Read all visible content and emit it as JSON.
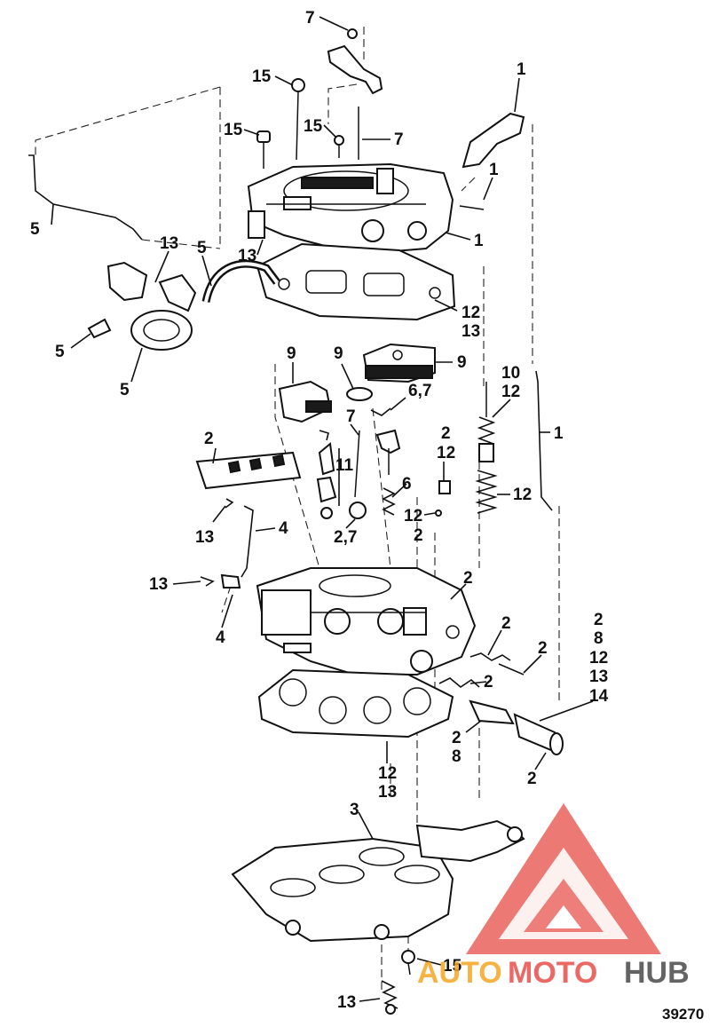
{
  "callouts": {
    "c7_top": "7",
    "c15_a": "15",
    "c15_b": "15",
    "c15_c": "15",
    "c7_b": "7",
    "c1_a": "1",
    "c1_b": "1",
    "c1_c": "1",
    "c5_a": "5",
    "c13_a": "13",
    "c5_b": "5",
    "c13_b": "13",
    "c5_c": "5",
    "c5_d": "5",
    "c12_a": "12",
    "c13_c": "13",
    "c9_a": "9",
    "c9_b": "9",
    "c9_c": "9",
    "c10": "10",
    "c12_b": "12",
    "c67": "6,7",
    "c7_c": "7",
    "c1_d": "1",
    "c2_a": "2",
    "c11": "11",
    "c2_b": "2",
    "c12_c": "12",
    "c6": "6",
    "c12_d": "12",
    "c12_e": "12",
    "c2_c": "2",
    "c13_d": "13",
    "c4_a": "4",
    "c27": "2,7",
    "c13_e": "13",
    "c4_b": "4",
    "c2_d": "2",
    "c2_e": "2",
    "c2_f": "2",
    "c2_g": "2",
    "c8_a": "8",
    "c12_f": "12",
    "c13_f": "13",
    "c14": "14",
    "c2_h": "2",
    "c8_b": "8",
    "c2_i": "2",
    "c12_g": "12",
    "c13_g": "13",
    "c3": "3",
    "c15_d": "15",
    "c13_h": "13"
  },
  "figure_number": "39270",
  "watermark": {
    "text_a": "AUTO",
    "text_b": "MOTO",
    "text_c": "HUB",
    "color_red": "#e8504a",
    "color_orange": "#f5a623",
    "color_grey": "#4a4a4a"
  }
}
